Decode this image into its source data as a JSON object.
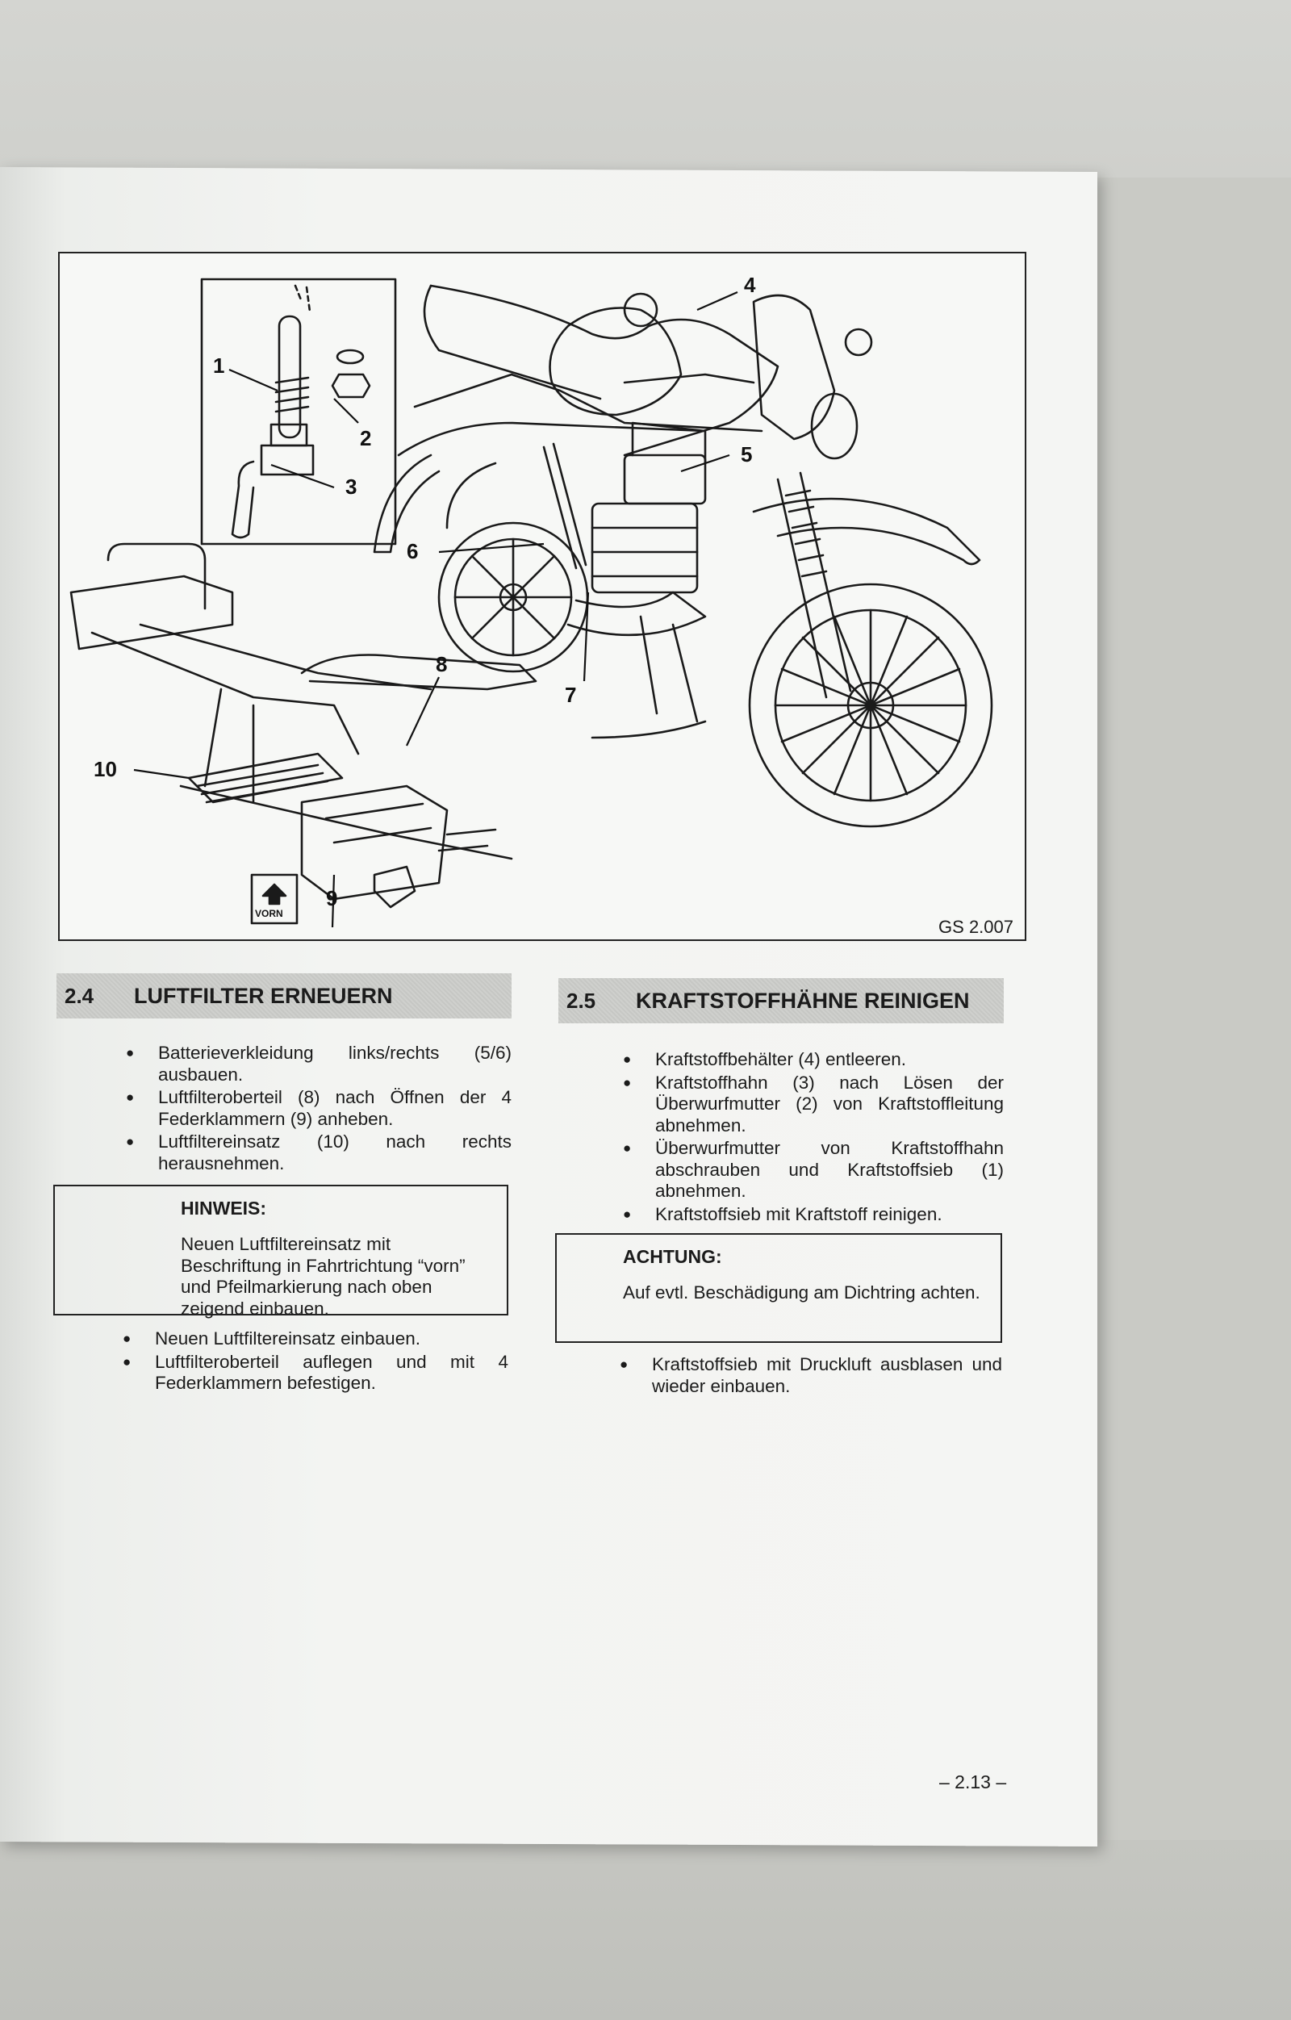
{
  "figure": {
    "code": "GS 2.007",
    "callouts": [
      "1",
      "2",
      "3",
      "4",
      "5",
      "6",
      "7",
      "8",
      "9",
      "10"
    ],
    "arrow_label": "VORN"
  },
  "section_2_4": {
    "number": "2.4",
    "title": "LUFTFILTER ERNEUERN",
    "bullets_before": [
      "Batterieverkleidung links/rechts (5/6) ausbauen.",
      "Luftfilteroberteil (8) nach Öffnen der 4 Federklammern (9) anheben.",
      "Luftfiltereinsatz (10) nach rechts herausnehmen."
    ],
    "note": {
      "title": "HINWEIS:",
      "text": "Neuen Luftfiltereinsatz mit Beschriftung in Fahrtrichtung “vorn” und Pfeilmarkierung nach oben zeigend einbauen."
    },
    "bullets_after": [
      "Neuen Luftfiltereinsatz einbauen.",
      "Luftfilteroberteil auflegen und mit 4 Federklammern befestigen."
    ]
  },
  "section_2_5": {
    "number": "2.5",
    "title": "KRAFTSTOFFHÄHNE REINIGEN",
    "bullets_before": [
      "Kraftstoffbehälter (4) entleeren.",
      "Kraftstoffhahn (3) nach Lösen der Überwurfmutter (2) von Kraftstoffleitung abnehmen.",
      "Überwurfmutter von Kraftstoffhahn abschrauben und Kraftstoffsieb (1) abnehmen.",
      "Kraftstoffsieb mit Kraftstoff reinigen."
    ],
    "note": {
      "title": "ACHTUNG:",
      "text": "Auf evtl. Beschädigung am Dichtring achten."
    },
    "bullets_after": [
      "Kraftstoffsieb mit Druckluft ausblasen und wieder einbauen."
    ]
  },
  "page_number": "– 2.13 –"
}
